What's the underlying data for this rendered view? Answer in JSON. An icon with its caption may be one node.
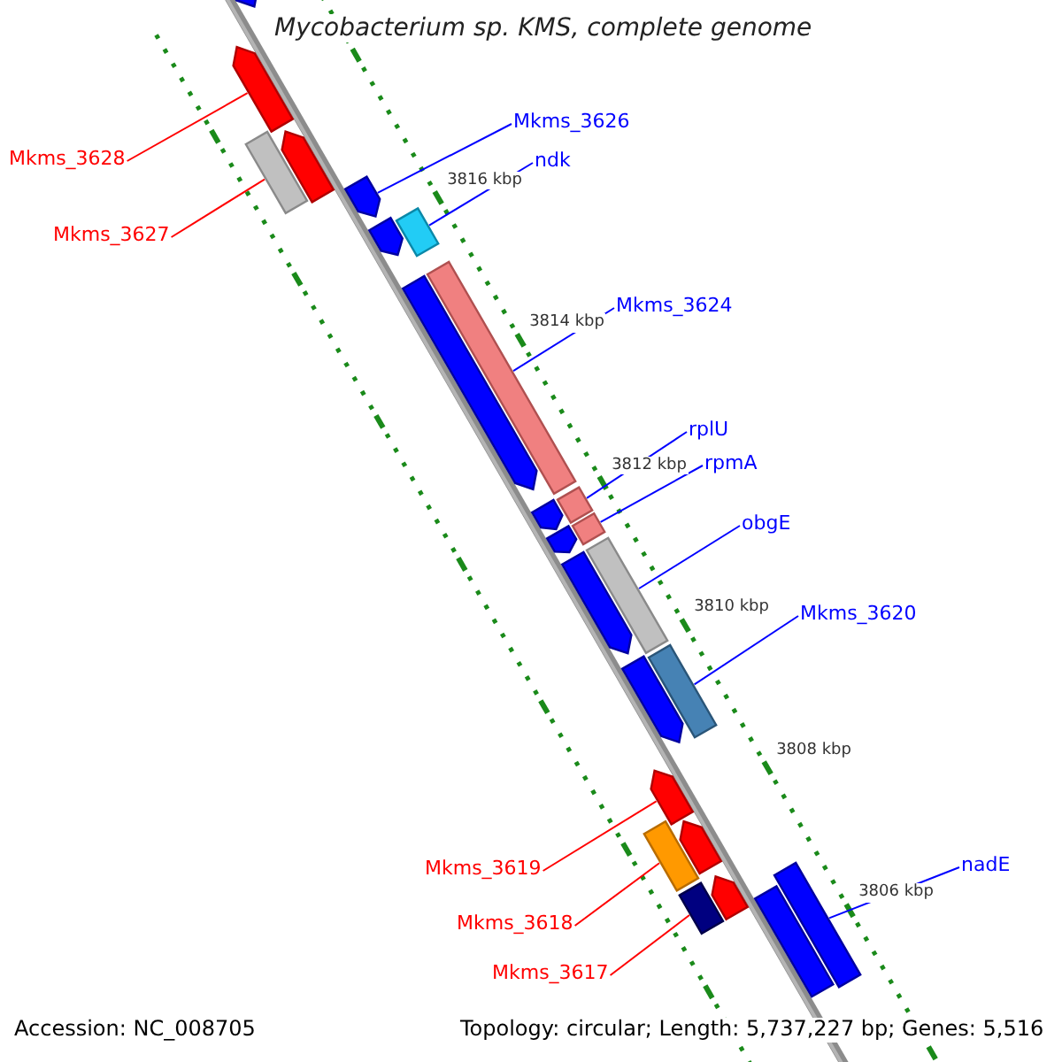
{
  "diagram": {
    "title": "Mycobacterium sp. KMS, complete genome",
    "nodes": [
      {
        "text": [
          "Mkms_3628"
        ]
      },
      {
        "text": [],
        "shape": "bar"
      },
      {
        "text": [
          "Mkms_3627"
        ]
      },
      {
        "text": [],
        "shape": "bar"
      },
      {
        "text": [
          "Mkms_3626"
        ]
      },
      {
        "text": [],
        "shape": "bar"
      },
      {
        "text": [
          "ndk"
        ]
      },
      {
        "text": [],
        "shape": "bar"
      },
      {
        "text": [
          "Mkms_3624"
        ]
      },
      {
        "text": [],
        "shape": "bar"
      },
      {
        "text": [
          "rplU"
        ]
      },
      {
        "text": [],
        "shape": "bar"
      },
      {
        "text": [
          "rpmA"
        ]
      },
      {
        "text": [],
        "shape": "bar"
      },
      {
        "text": [
          "obgE"
        ]
      },
      {
        "text": [],
        "shape": "bar"
      },
      {
        "text": [
          "Mkms_3620"
        ]
      },
      {
        "text": [],
        "shape": "bar"
      },
      {
        "text": [
          "Mkms_3619"
        ]
      },
      {
        "text": [],
        "shape": "bar"
      },
      {
        "text": [
          "Mkms_3618"
        ]
      },
      {
        "text": [],
        "shape": "bar"
      },
      {
        "text": [
          "Mkms_3617"
        ]
      },
      {
        "text": [],
        "shape": "bar"
      },
      {
        "text": [
          "nadE"
        ]
      },
      {
        "text": [],
        "shape": "bar"
      },
      {
        "text": [],
        "shape": "bar"
      },
      {
        "text": [],
        "shape": "bar"
      },
      {
        "text": [],
        "shape": "bar"
      },
      {
        "text": [],
        "shape": "bar"
      },
      {
        "text": [],
        "shape": "bar"
      },
      {
        "text": [],
        "shape": "bar"
      },
      {
        "text": [],
        "shape": "bar"
      },
      {
        "text": [],
        "shape": "bar"
      },
      {
        "text": [],
        "shape": "bar"
      },
      {
        "text": [],
        "shape": "bar"
      },
      {
        "text": [],
        "shape": "bar"
      }
    ],
    "edges": [
      {
        "from": 0,
        "to": 1,
        "arrow": "none",
        "color": "#ff0000"
      },
      {
        "from": 2,
        "to": 3,
        "arrow": "none",
        "color": "#ff0000"
      },
      {
        "from": 4,
        "to": 5,
        "arrow": "none"
      },
      {
        "from": 6,
        "to": 7,
        "arrow": "none"
      },
      {
        "from": 8,
        "to": 9,
        "arrow": "none"
      },
      {
        "from": 10,
        "to": 11,
        "arrow": "none"
      },
      {
        "from": 12,
        "to": 13,
        "arrow": "none"
      },
      {
        "from": 14,
        "to": 15,
        "arrow": "none"
      },
      {
        "from": 16,
        "to": 17,
        "arrow": "none"
      },
      {
        "from": 18,
        "to": 19,
        "arrow": "none",
        "color": "#ff0000"
      },
      {
        "from": 20,
        "to": 21,
        "arrow": "none",
        "color": "#ff0000"
      },
      {
        "from": 22,
        "to": 23,
        "arrow": "none",
        "color": "#ff0000"
      },
      {
        "from": 24,
        "to": 25,
        "arrow": "none"
      }
    ],
    "labels": [
      "3816 kbp",
      "3814 kbp",
      "3812 kbp",
      "3810 kbp",
      "3808 kbp",
      "3806 kbp",
      "Accession: NC_008705",
      "Topology: circular; Length: 5,737,227 bp; Genes: 5,516"
    ]
  }
}
